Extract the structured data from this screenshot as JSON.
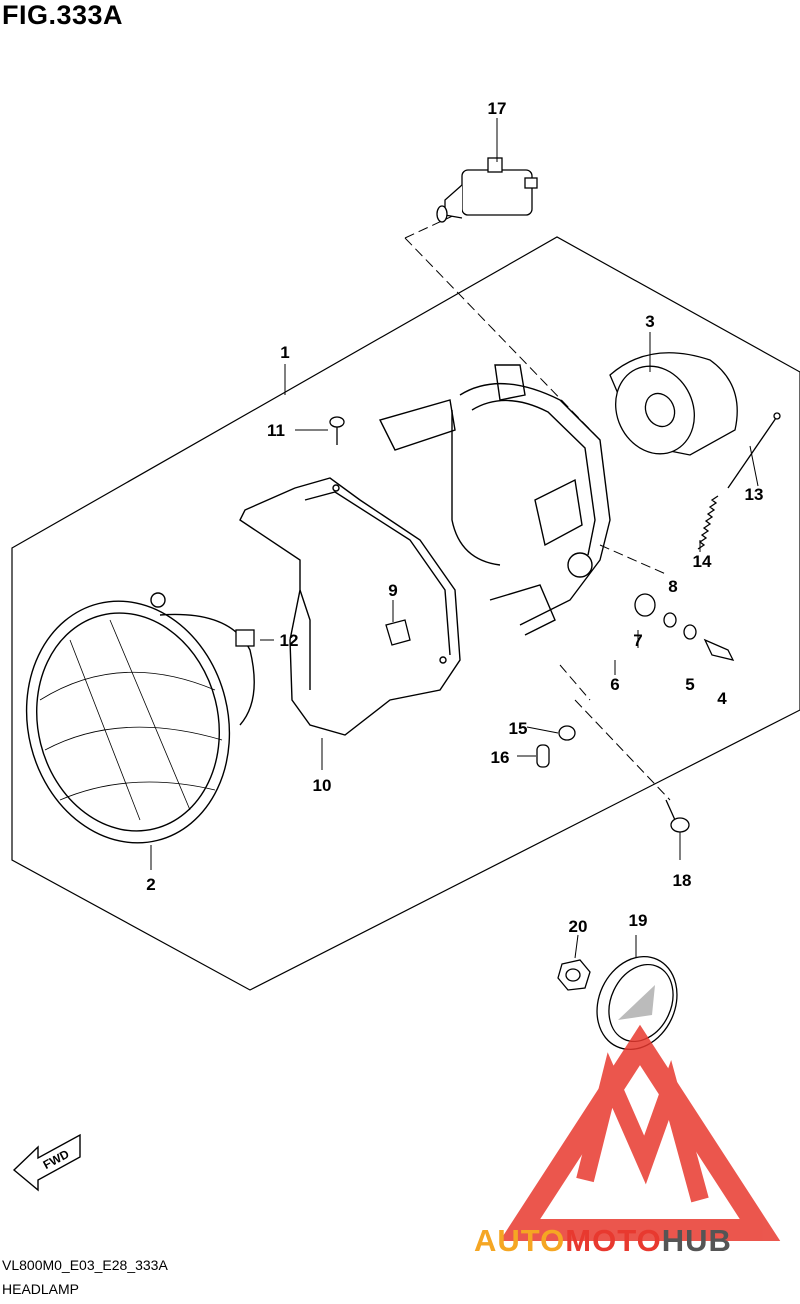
{
  "figure": {
    "title": "FIG.333A",
    "code": "VL800M0_E03_E28_333A",
    "name": "HEADLAMP"
  },
  "fwd_label": "FWD",
  "callouts": [
    "1",
    "2",
    "3",
    "4",
    "5",
    "6",
    "7",
    "8",
    "9",
    "10",
    "11",
    "12",
    "13",
    "14",
    "15",
    "16",
    "17",
    "18",
    "19",
    "20"
  ],
  "watermark": {
    "part1": "AUTO",
    "part2": "MOTO",
    "part3": "HUB",
    "color_orange": "#f5a623",
    "color_red": "#e8392f",
    "color_gray": "#555555"
  },
  "colors": {
    "line": "#000000",
    "background": "#ffffff"
  }
}
